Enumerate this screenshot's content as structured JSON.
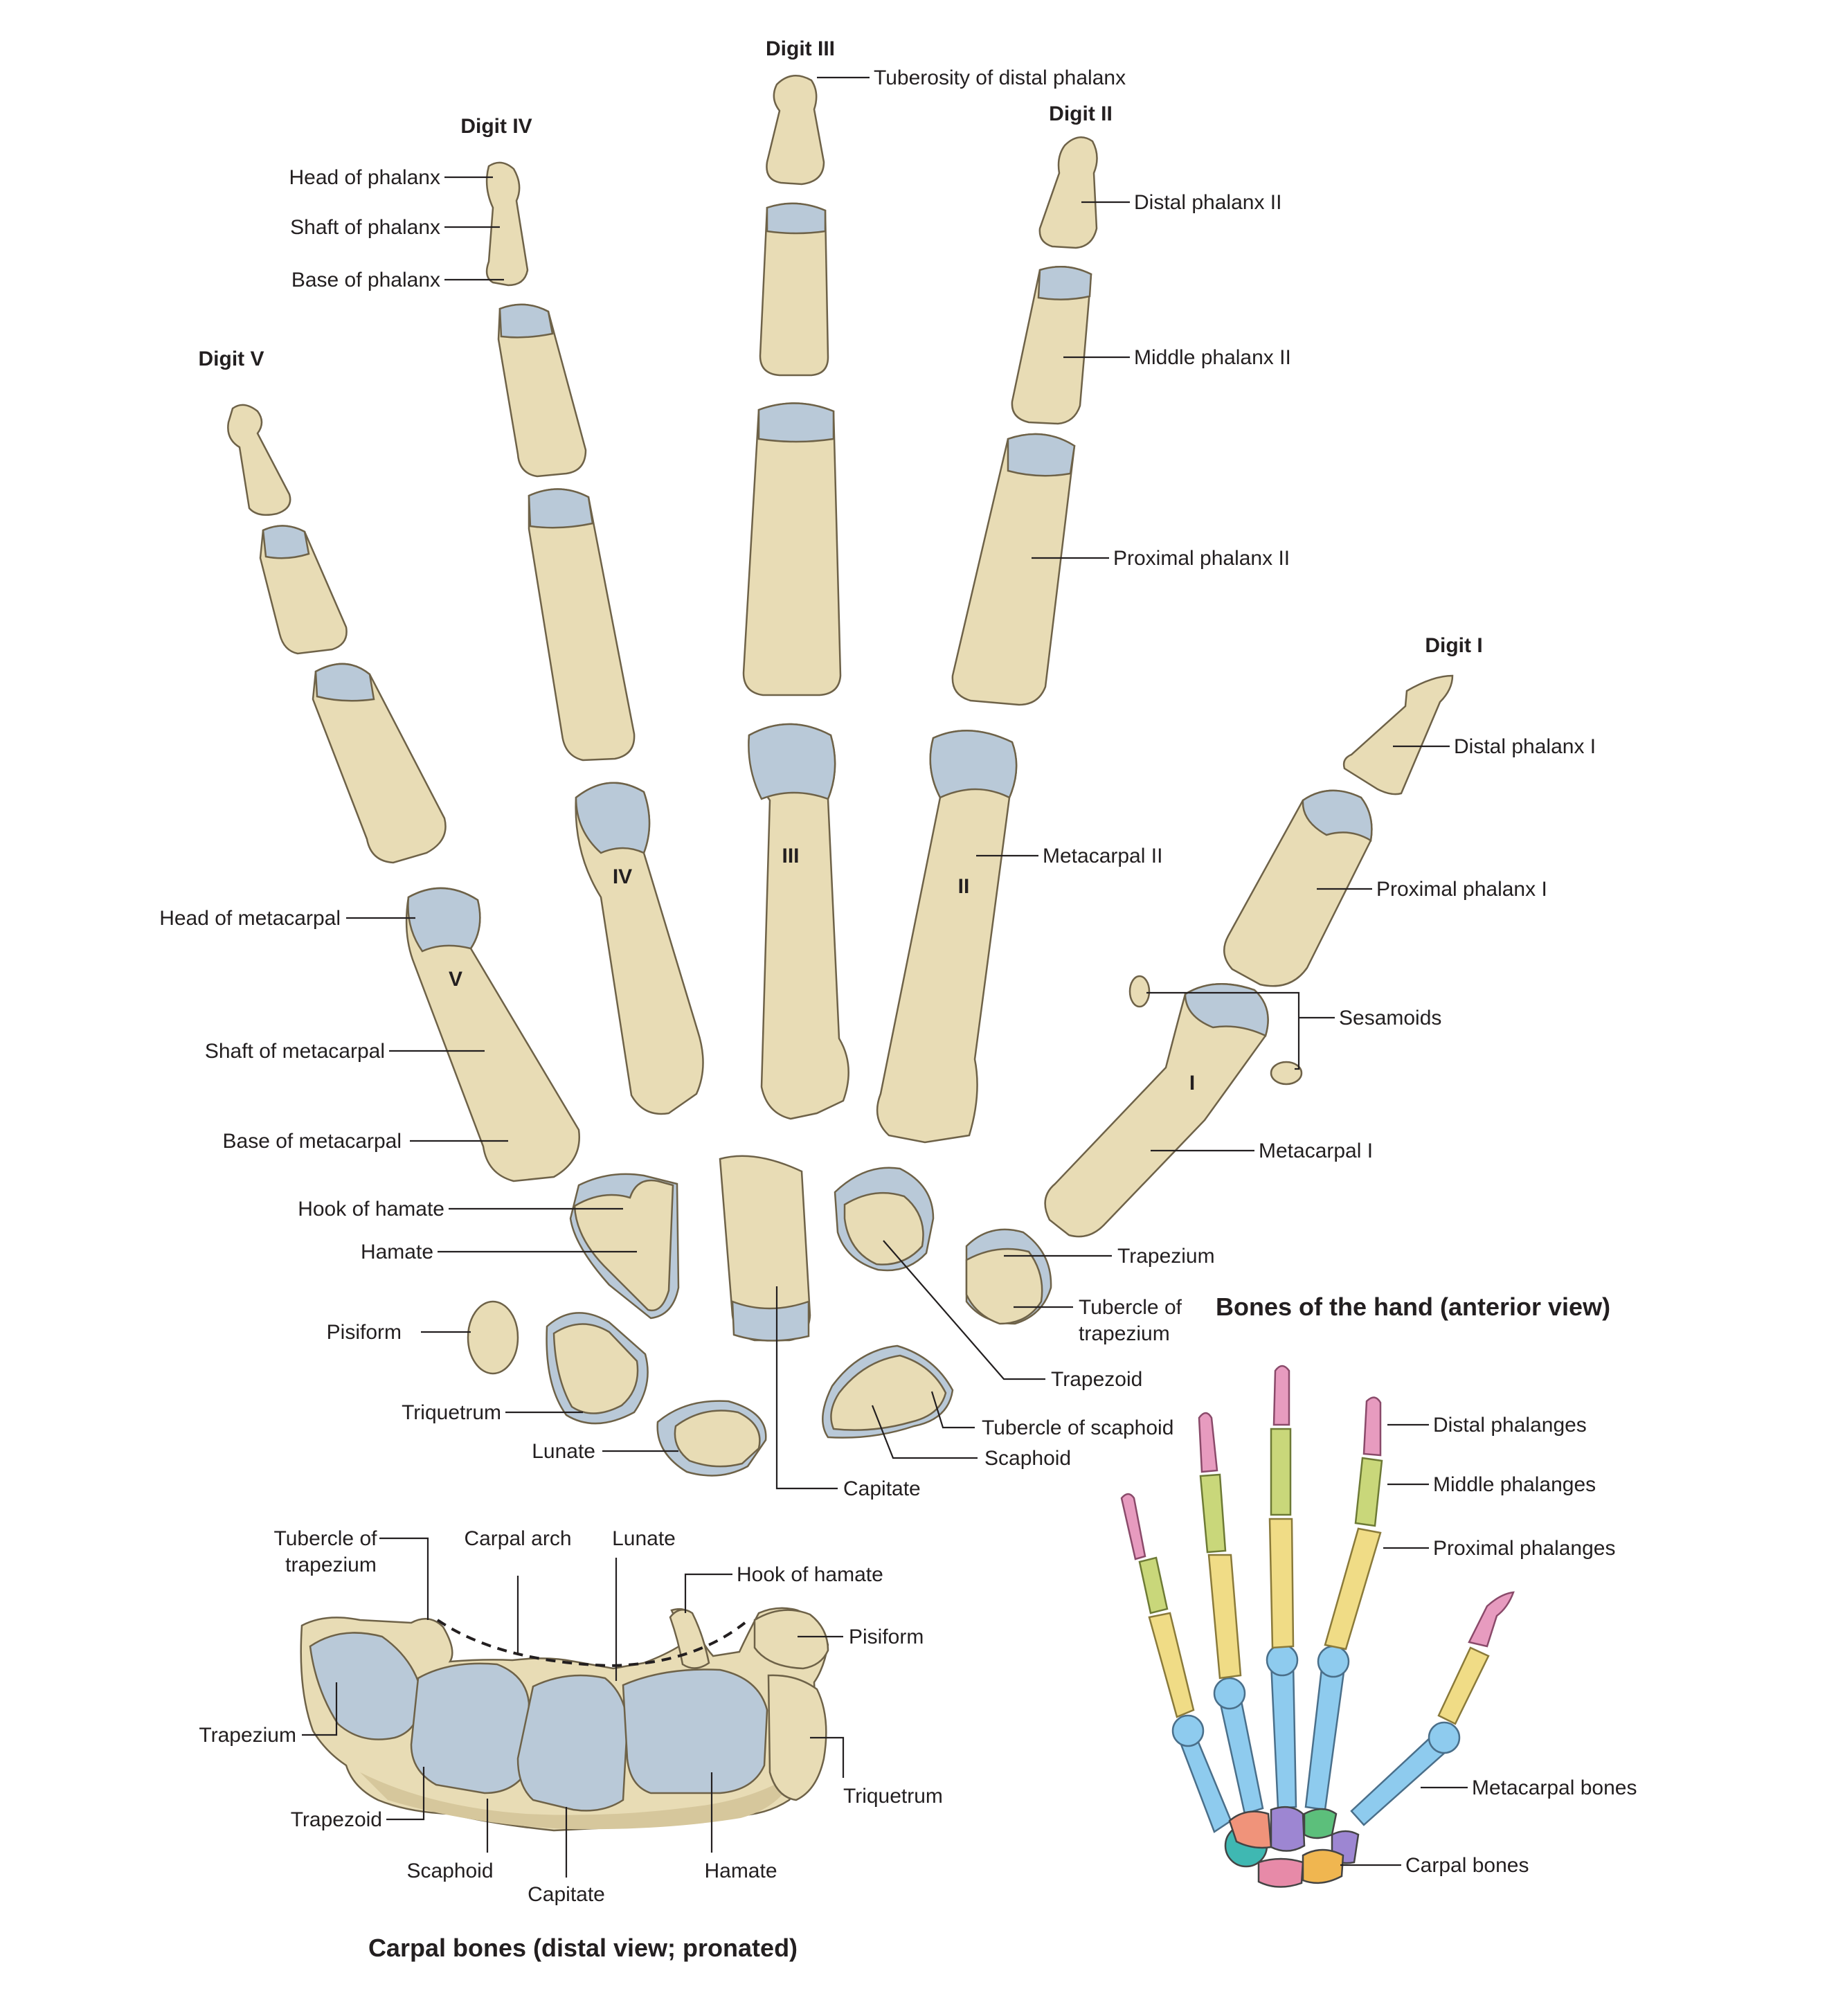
{
  "digits": {
    "digit1": "Digit I",
    "digit2": "Digit II",
    "digit3": "Digit III",
    "digit4": "Digit IV",
    "digit5": "Digit V"
  },
  "roman": {
    "I": "I",
    "II": "II",
    "III": "III",
    "IV": "IV",
    "V": "V"
  },
  "main_labels": {
    "tuberosity_distal_phalanx": "Tuberosity of distal phalanx",
    "head_of_phalanx": "Head of phalanx",
    "shaft_of_phalanx": "Shaft of phalanx",
    "base_of_phalanx": "Base of phalanx",
    "distal_phalanx_2": "Distal phalanx II",
    "middle_phalanx_2": "Middle phalanx II",
    "proximal_phalanx_2": "Proximal phalanx II",
    "distal_phalanx_1": "Distal phalanx I",
    "proximal_phalanx_1": "Proximal phalanx I",
    "metacarpal_2": "Metacarpal II",
    "head_of_metacarpal": "Head of metacarpal",
    "shaft_of_metacarpal": "Shaft of metacarpal",
    "base_of_metacarpal": "Base of metacarpal",
    "sesamoids": "Sesamoids",
    "metacarpal_1": "Metacarpal I",
    "hook_of_hamate": "Hook of hamate",
    "hamate": "Hamate",
    "pisiform": "Pisiform",
    "triquetrum": "Triquetrum",
    "lunate": "Lunate",
    "capitate": "Capitate",
    "scaphoid": "Scaphoid",
    "tubercle_of_scaphoid": "Tubercle of scaphoid",
    "trapezoid": "Trapezoid",
    "trapezium": "Trapezium",
    "tubercle_of_trapezium_1": "Tubercle of",
    "tubercle_of_trapezium_2": "trapezium"
  },
  "titles": {
    "main": "Bones of the hand (anterior view)",
    "carpal": "Carpal bones (distal view; pronated)"
  },
  "carpal_labels": {
    "tubercle_of_trapezium_1": "Tubercle of",
    "tubercle_of_trapezium_2": "trapezium",
    "carpal_arch": "Carpal arch",
    "lunate": "Lunate",
    "hook_of_hamate": "Hook of hamate",
    "pisiform": "Pisiform",
    "trapezium": "Trapezium",
    "triquetrum": "Triquetrum",
    "trapezoid": "Trapezoid",
    "scaphoid": "Scaphoid",
    "capitate": "Capitate",
    "hamate": "Hamate"
  },
  "overview_labels": {
    "distal_phalanges": "Distal phalanges",
    "middle_phalanges": "Middle phalanges",
    "proximal_phalanges": "Proximal phalanges",
    "metacarpal_bones": "Metacarpal bones",
    "carpal_bones": "Carpal bones"
  },
  "colors": {
    "bone": "#e8dcb5",
    "cartilage": "#b9c9d8",
    "distal_phalanges": "#e79bbf",
    "middle_phalanges": "#c9d77a",
    "proximal_phalanges": "#f0dc86",
    "metacarpals": "#8ecbee",
    "carpal_teal": "#3fb8b2",
    "carpal_pink": "#e78aa8",
    "carpal_orange": "#f0b650",
    "carpal_purple": "#9d86d2",
    "carpal_green": "#5cbf7b",
    "carpal_salmon": "#f0937a"
  }
}
